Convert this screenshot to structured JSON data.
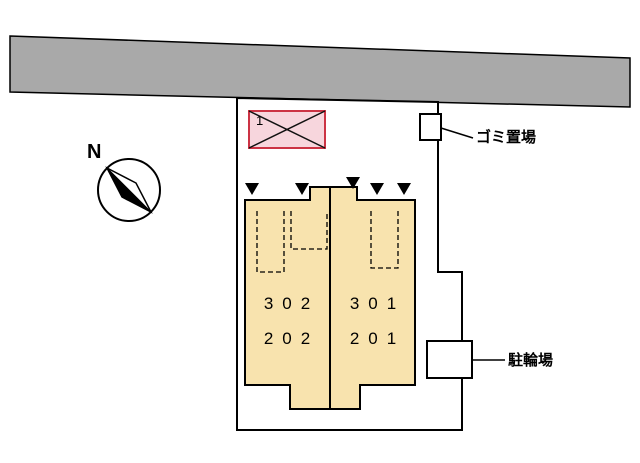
{
  "compass": {
    "label": "N"
  },
  "parking": {
    "space_number": "1"
  },
  "rooms": {
    "upper_left": "302",
    "lower_left": "202",
    "upper_right": "301",
    "lower_right": "201"
  },
  "annotations": {
    "garbage": "ゴミ置場",
    "bicycle": "駐輪場"
  },
  "colors": {
    "road": "#a9a9a9",
    "site_fill": "#ffffff",
    "building_fill": "#f8e3ae",
    "parking_fill": "#f7d6dd",
    "parking_border": "#cc3344",
    "outline": "#000000"
  }
}
